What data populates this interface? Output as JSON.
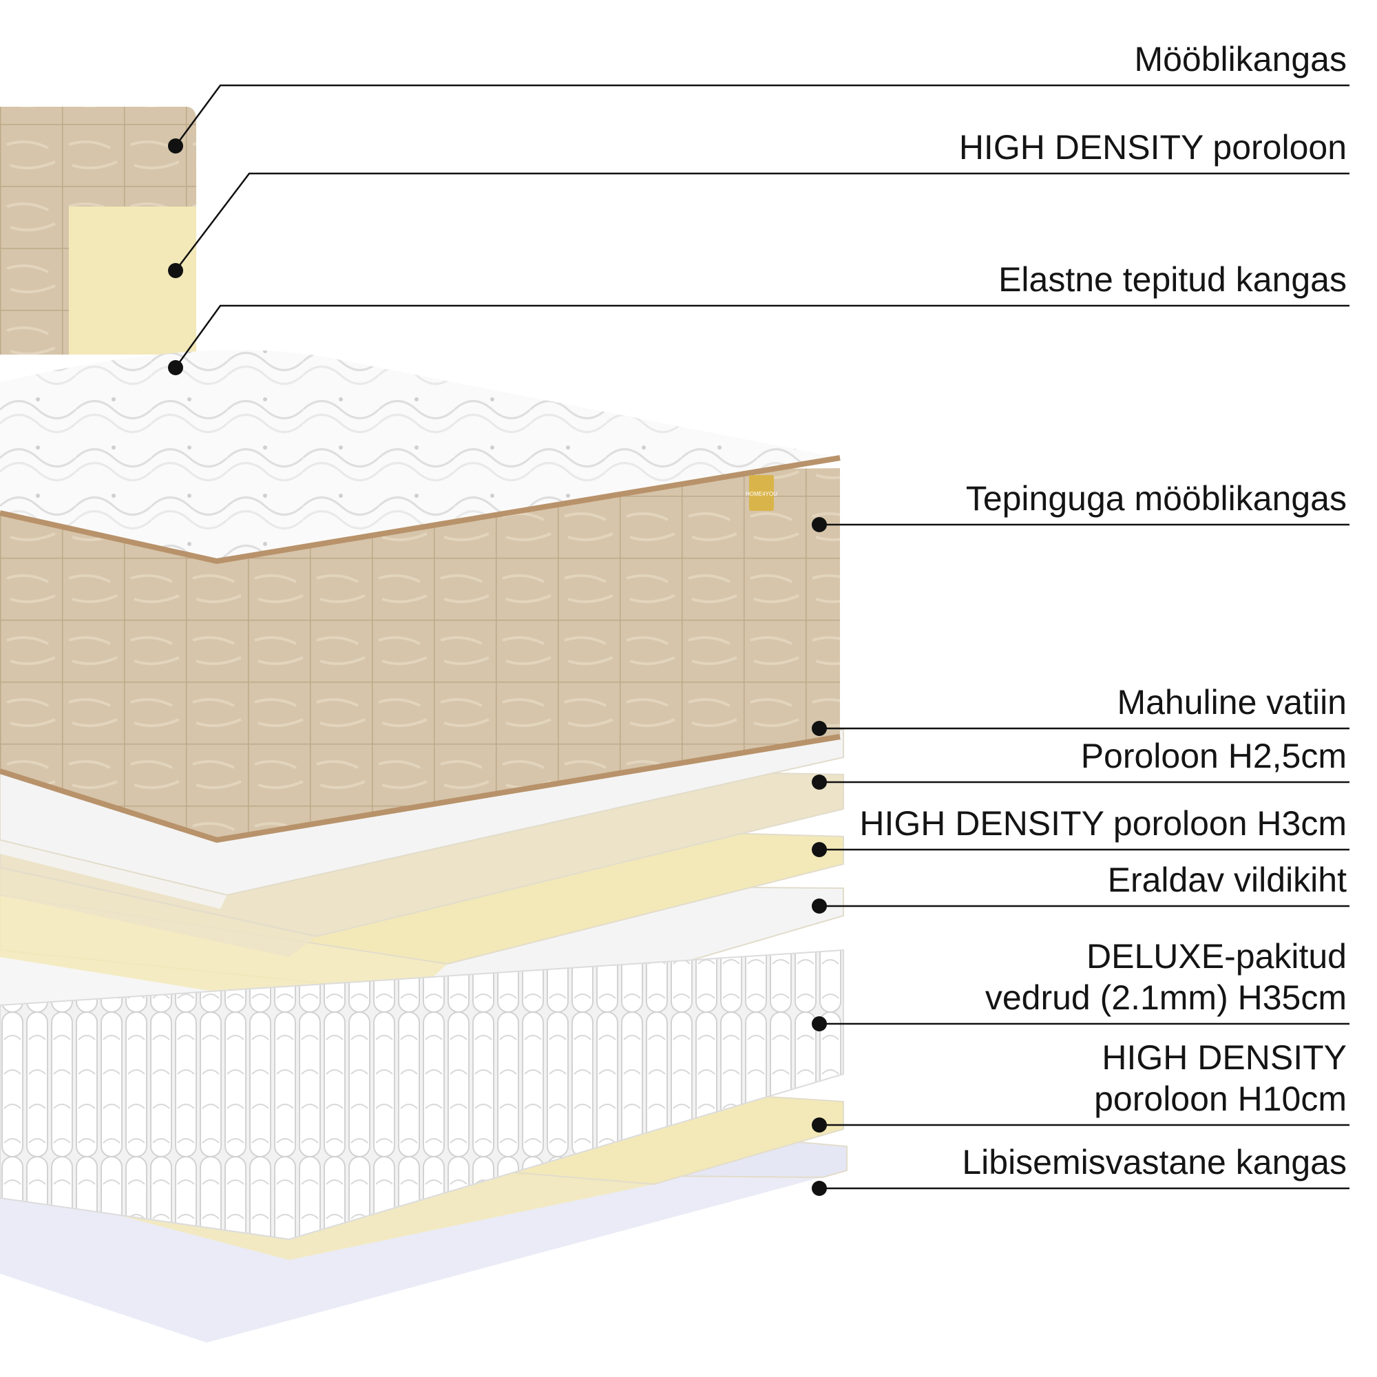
{
  "labels": [
    {
      "id": "upholstery-fabric",
      "text": "Mööblikangas"
    },
    {
      "id": "headboard-high-density-foam",
      "text": "HIGH DENSITY poroloon"
    },
    {
      "id": "elastic-quilted-fabric",
      "text": "Elastne tepitud kangas"
    },
    {
      "id": "quilted-upholstery-fabric",
      "text": "Tepinguga mööblikangas"
    },
    {
      "id": "voluminous-wadding",
      "text": "Mahuline vatiin"
    },
    {
      "id": "foam-h25",
      "text": "Poroloon H2,5cm"
    },
    {
      "id": "high-density-foam-h3",
      "text": "HIGH DENSITY poroloon H3cm"
    },
    {
      "id": "separating-felt-layer",
      "text": "Eraldav vildikiht"
    },
    {
      "id": "pocket-springs",
      "text": "DELUXE-pakitud\nvedrud (2.1mm) H35cm"
    },
    {
      "id": "high-density-foam-h10",
      "text": "HIGH DENSITY\nporoloon H10cm"
    },
    {
      "id": "anti-slip-fabric",
      "text": "Libisemisvastane kangas"
    }
  ],
  "brand_tag": "HOME4YOU",
  "colors": {
    "fabric": "#d6c5aa",
    "fabric_dark": "#c2ae90",
    "piping": "#b8926a",
    "yellow_foam": "#f3e9b8",
    "cream_foam": "#ece3c8",
    "white_layer": "#f4f4f4",
    "quilt": "#fafafa",
    "bottom_fabric": "#e6e7f4",
    "tag": "#d9b44a",
    "callout_line": "#111111"
  }
}
